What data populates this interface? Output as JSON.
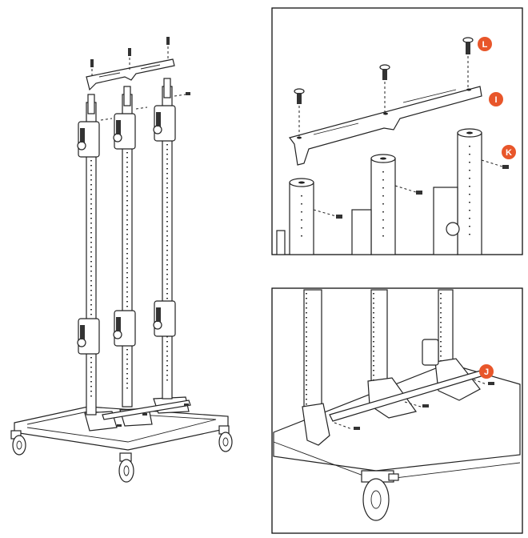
{
  "callouts": [
    {
      "id": "L",
      "label": "L",
      "color": "#e8562a"
    },
    {
      "id": "I",
      "label": "I",
      "color": "#e8562a"
    },
    {
      "id": "K",
      "label": "K",
      "color": "#e8562a"
    },
    {
      "id": "J",
      "label": "J",
      "color": "#e8562a"
    }
  ],
  "colors": {
    "accent": "#e8562a",
    "line": "#222222",
    "background": "#ffffff"
  }
}
